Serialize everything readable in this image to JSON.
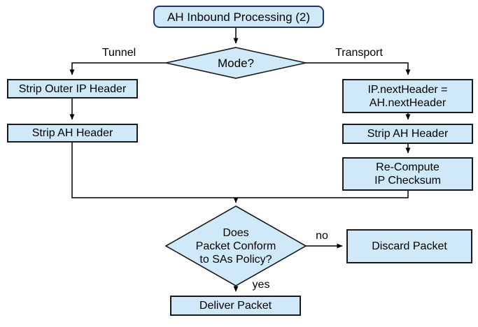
{
  "diagram": {
    "title": "AH Inbound Processing (2)",
    "colors": {
      "node_fill": "#cfe9f9",
      "node_border": "#1a1a1a",
      "start_border": "#1f3864",
      "line": "#000000",
      "background": "#ffffff"
    },
    "nodes": {
      "start": {
        "type": "rounded-rect",
        "lines": [
          "AH Inbound Processing (2)"
        ]
      },
      "mode_decision": {
        "type": "diamond",
        "lines": [
          "Mode?"
        ]
      },
      "strip_outer_ip": {
        "type": "rect",
        "lines": [
          "Strip Outer IP Header"
        ]
      },
      "strip_ah_left": {
        "type": "rect",
        "lines": [
          "Strip AH Header"
        ]
      },
      "ip_next_header": {
        "type": "rect",
        "lines": [
          "IP.nextHeader =",
          "AH.nextHeader"
        ]
      },
      "strip_ah_right": {
        "type": "rect",
        "lines": [
          "Strip AH Header"
        ]
      },
      "recompute_checksum": {
        "type": "rect",
        "lines": [
          "Re-Compute",
          "IP Checksum"
        ]
      },
      "policy_decision": {
        "type": "diamond",
        "lines": [
          "Does",
          "Packet Conform",
          "to SAs Policy?"
        ]
      },
      "discard": {
        "type": "rect",
        "lines": [
          "Discard Packet"
        ]
      },
      "deliver": {
        "type": "rect",
        "lines": [
          "Deliver Packet"
        ]
      }
    },
    "edge_labels": {
      "tunnel": "Tunnel",
      "transport": "Transport",
      "no": "no",
      "yes": "yes"
    }
  }
}
